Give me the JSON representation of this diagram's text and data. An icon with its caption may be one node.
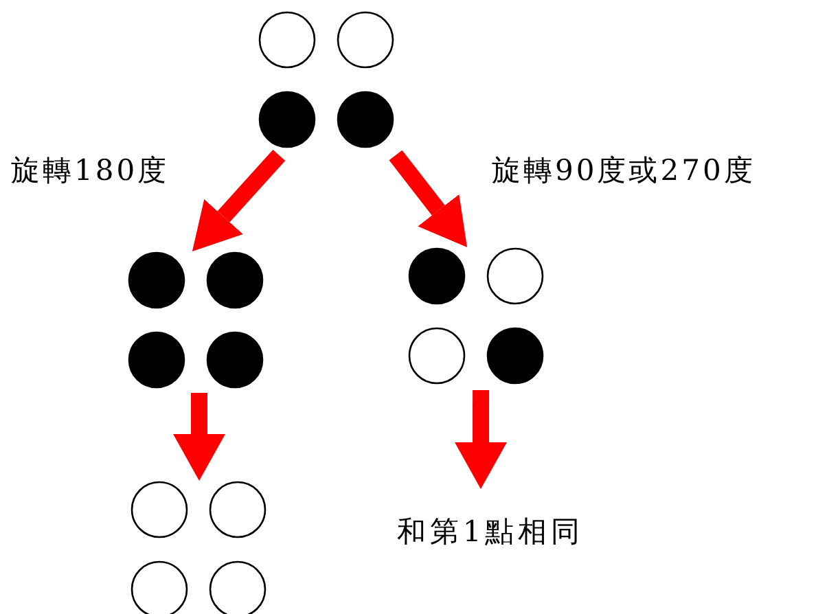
{
  "diagram": {
    "nodes": [
      {
        "text": [],
        "shape": "picture"
      },
      {
        "text": [],
        "shape": "picture"
      },
      {
        "text": [],
        "shape": "picture"
      },
      {
        "text": [],
        "shape": "picture"
      },
      {
        "text": [
          "和第1點相同"
        ]
      }
    ],
    "edges": [
      {
        "from": 0,
        "to": 1,
        "arrow": "to",
        "label": "旋轉180度"
      },
      {
        "from": 0,
        "to": 2,
        "arrow": "to",
        "label": "旋轉90度或270度"
      },
      {
        "from": 1,
        "to": 3,
        "arrow": "to"
      },
      {
        "from": 2,
        "to": 4,
        "arrow": "to"
      }
    ]
  }
}
